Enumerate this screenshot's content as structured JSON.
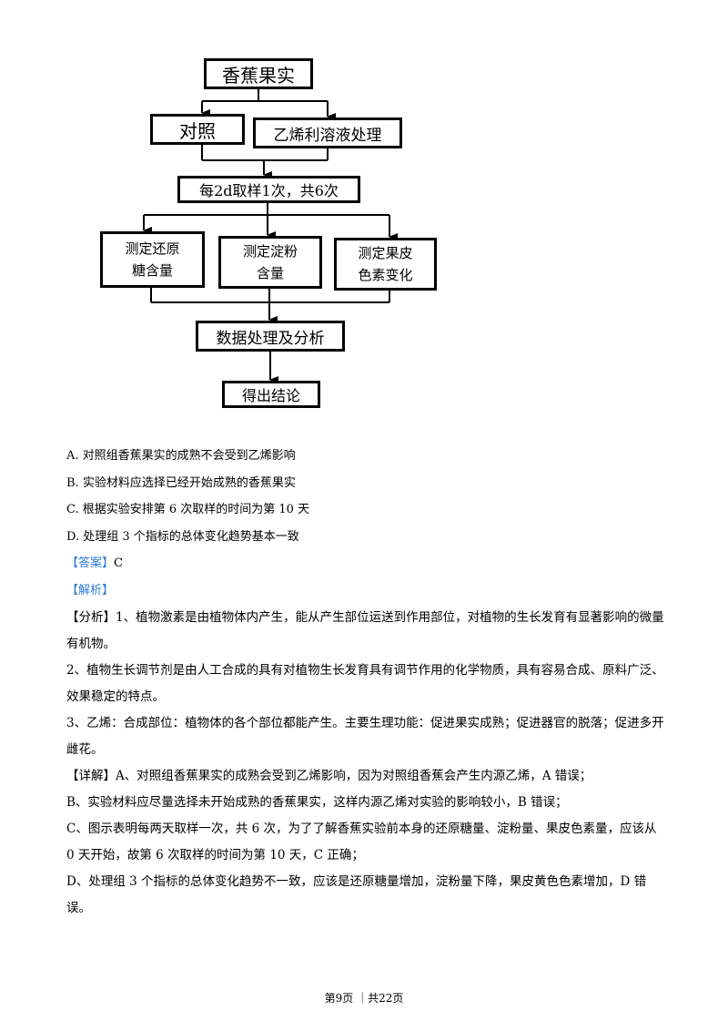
{
  "flowchart": {
    "fruit": "香蕉果实",
    "control": "对照",
    "ethylene": "乙烯利溶液处理",
    "sample": "每2d取样1次，共6次",
    "sugar": [
      "测定还原",
      "糖含量"
    ],
    "starch": [
      "测定淀粉",
      "含量"
    ],
    "peel": [
      "测定果皮",
      "色素变化"
    ],
    "data": "数据处理及分析",
    "conclude": "得出结论"
  },
  "options": [
    "A. 对照组香蕉果实的成熟不会受到乙烯影响",
    "B. 实验材料应选择已经开始成熟的香蕉果实",
    "C. 根据实验安排第 6 次取样的时间为第 10 天",
    "D. 处理组 3 个指标的总体变化趋势基本一致"
  ],
  "answer": {
    "label": "【答案】",
    "value": "C"
  },
  "analysis_label": "【解析】",
  "body": [
    "【分析】1、植物激素是由植物体内产生，能从产生部位运送到作用部位，对植物的生长发育有显著影响的微量有机物。",
    "2、植物生长调节剂是由人工合成的具有对植物生长发育具有调节作用的化学物质，具有容易合成、原料广泛、效果稳定的特点。",
    "3、乙烯：合成部位：植物体的各个部位都能产生。主要生理功能：促进果实成熟；促进器官的脱落；促进多开雌花。",
    "【详解】A、对照组香蕉果实的成熟会受到乙烯影响，因为对照组香蕉会产生内源乙烯，A 错误；",
    "B、实验材料应尽量选择未开始成熟的香蕉果实，这样内源乙烯对实验的影响较小，B 错误；",
    "C、图示表明每两天取样一次，共 6 次，为了了解香蕉实验前本身的还原糖量、淀粉量、果皮色素量，应该从 0 天开始，故第 6 次取样的时间为第 10 天，C 正确；",
    "D、处理组 3 个指标的总体变化趋势不一致，应该是还原糖量增加，淀粉量下降，果皮黄色色素增加，D 错误。"
  ],
  "footer": "第9页 ｜共22页"
}
